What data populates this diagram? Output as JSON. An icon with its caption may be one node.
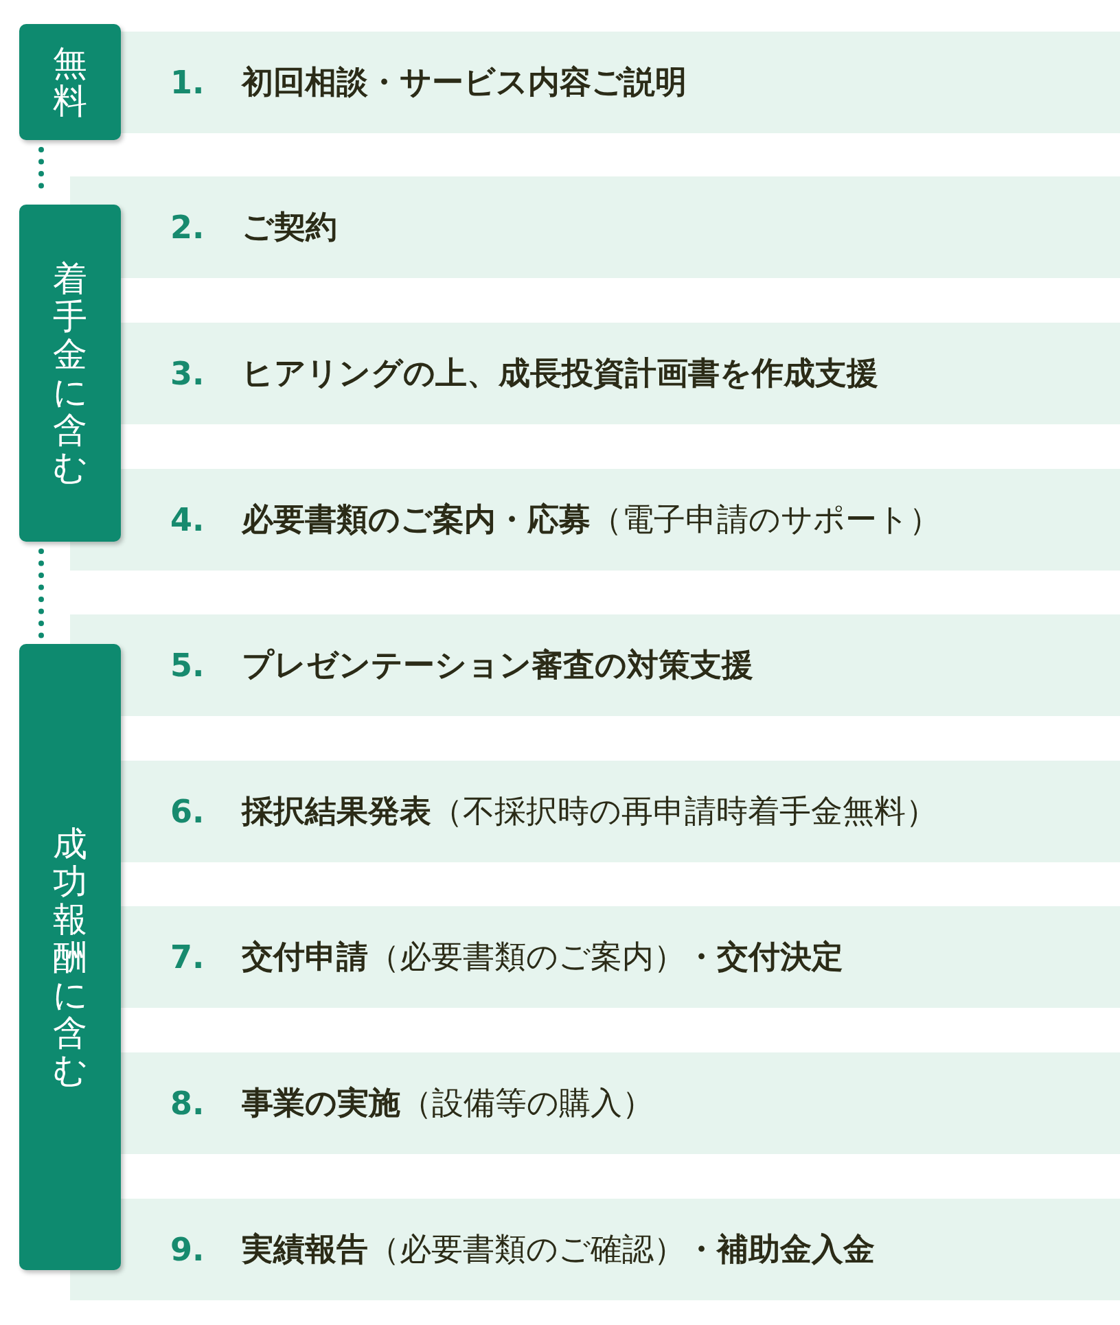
{
  "diagram": {
    "nodes": [
      {
        "text": [
          "無料"
        ]
      },
      {
        "text": [
          "着手金に含む"
        ]
      },
      {
        "text": [
          "成功報酬に含む"
        ]
      },
      {
        "text": [
          "1.",
          "**初回相談・サービス内容ご説明**"
        ]
      },
      {
        "text": [
          "2.",
          "**ご契約**"
        ]
      },
      {
        "text": [
          "3.",
          "**ヒアリングの上、成長投資計画書を作成支援**"
        ]
      },
      {
        "text": [
          "4.",
          "**必要書類のご案内・応募**（電子申請のサポート）"
        ]
      },
      {
        "text": [
          "5.",
          "**プレゼンテーション審査の対策支援**"
        ]
      },
      {
        "text": [
          "6.",
          "**採択結果発表**（不採択時の再申請時着手金無料）"
        ]
      },
      {
        "text": [
          "7.",
          "**交付申請**（必要書類のご案内）**・交付決定**"
        ]
      },
      {
        "text": [
          "8.",
          "**事業の実施**（設備等の購入）"
        ]
      },
      {
        "text": [
          "9.",
          "**実績報告**（必要書類のご確認）**・補助金入金**"
        ]
      }
    ],
    "edges": [
      {
        "from": 0,
        "to": 1,
        "arrow": "none",
        "style": "dashed"
      },
      {
        "from": 1,
        "to": 2,
        "arrow": "none",
        "style": "dashed"
      }
    ]
  }
}
